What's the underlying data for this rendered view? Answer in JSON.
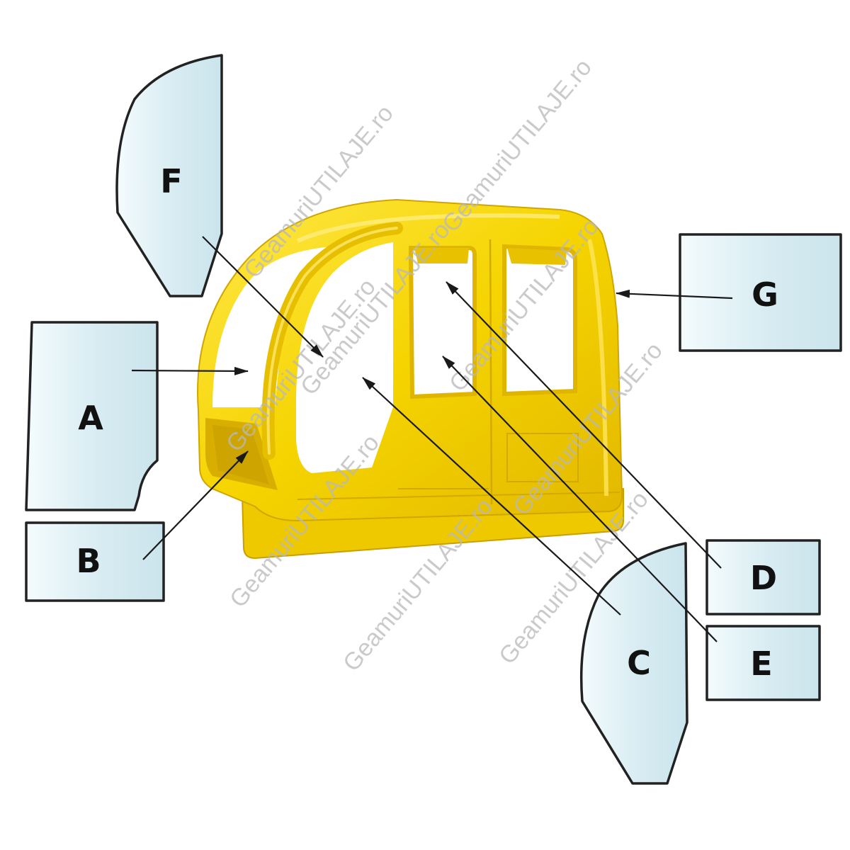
{
  "watermark": "GeamuriUTILAJE.ro",
  "labels": {
    "a": "A",
    "b": "B",
    "c": "C",
    "d": "D",
    "e": "E",
    "f": "F",
    "g": "G"
  },
  "colors": {
    "cab_yellow": "#f2d000",
    "cab_shadow": "#d4a900",
    "glass_light": "#f2fafc",
    "glass_blue": "#cfe6ee",
    "outline": "#222222"
  }
}
